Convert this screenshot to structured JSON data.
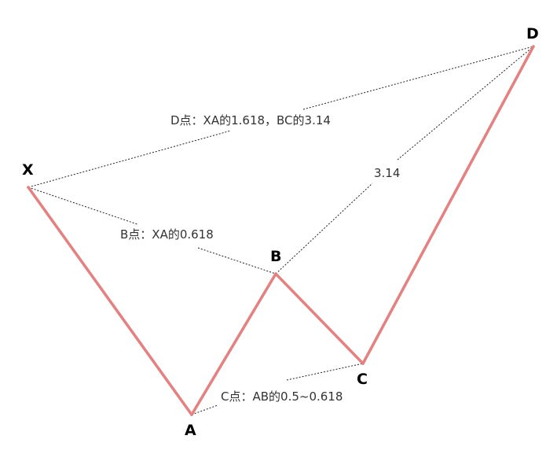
{
  "diagram": {
    "colors": {
      "wave": "#e38282",
      "ratio_line": "#222222",
      "background": "#ffffff"
    },
    "points": {
      "X": "X",
      "A": "A",
      "B": "B",
      "C": "C",
      "D": "D"
    },
    "ratio_labels": {
      "b": "B点：XA的0.618",
      "c": "C点：AB的0.5~0.618",
      "d": "D点：XA的1.618，BC的3.14",
      "bd": "3.14"
    }
  }
}
